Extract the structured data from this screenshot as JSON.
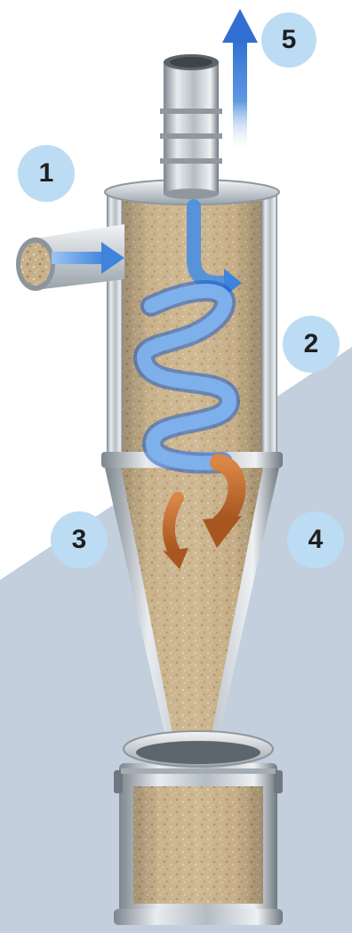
{
  "diagram": {
    "steps": [
      {
        "label": "1"
      },
      {
        "label": "2"
      },
      {
        "label": "3"
      },
      {
        "label": "4"
      },
      {
        "label": "5"
      }
    ]
  },
  "colors": {
    "background": "#ffffff",
    "background_wedge": "#c3cfdc",
    "badge": "#bcdcf4",
    "air_flow": "#4a8fe0",
    "air_flow_dark": "#1e5bc6",
    "particle_flow": "#b9652a",
    "steel_light": "#e8ecef",
    "steel_dark": "#7d868e",
    "sawdust": "#cbb48e"
  },
  "icons": [
    "air-flow-arrow",
    "particle-flow-arrow",
    "exhaust-arrow"
  ]
}
